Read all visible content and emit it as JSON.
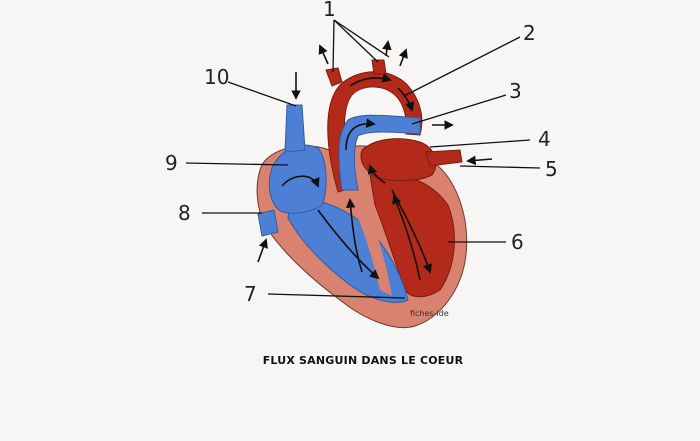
{
  "diagram": {
    "caption": "FLUX SANGUIN DANS LE COEUR",
    "watermark": "fiches-ide",
    "labels": [
      "1",
      "2",
      "3",
      "4",
      "5",
      "6",
      "7",
      "8",
      "9",
      "10"
    ]
  },
  "colors": {
    "background": "#f7f6f4",
    "deoxygenated_blue": "#4d7fd4",
    "oxygenated_red": "#b32a1a",
    "myocardium_pink": "#d8826f",
    "ink": "#111111"
  }
}
